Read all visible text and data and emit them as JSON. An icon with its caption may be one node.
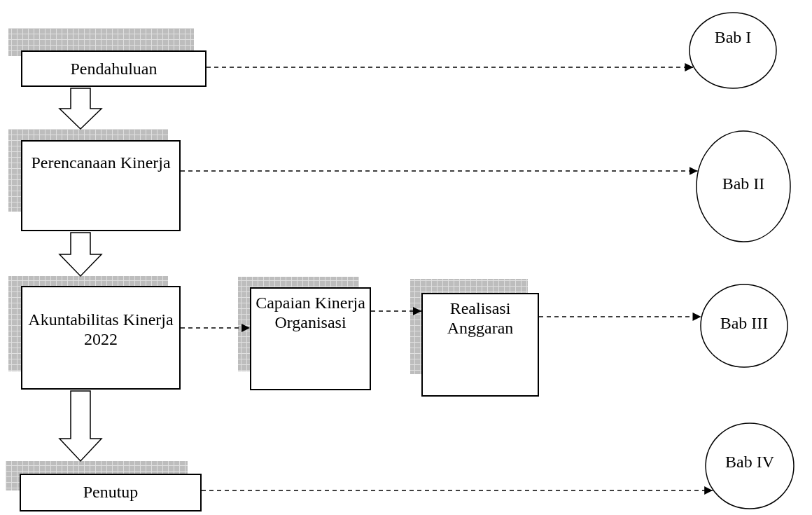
{
  "diagram": {
    "nodes": [
      {
        "text": [
          "Pendahuluan"
        ]
      },
      {
        "text": [
          "Perencanaan Kinerja"
        ]
      },
      {
        "text": [
          "Akuntabilitas Kinerja 2022"
        ]
      },
      {
        "text": [
          "Capaian Kinerja Organisasi"
        ]
      },
      {
        "text": [
          "Realisasi Anggaran"
        ]
      },
      {
        "text": [
          "Penutup"
        ]
      },
      {
        "text": [
          "Bab I"
        ]
      },
      {
        "text": [
          "Bab II"
        ]
      },
      {
        "text": [
          "Bab III"
        ]
      },
      {
        "text": [
          "Bab IV"
        ]
      }
    ],
    "edges": [
      {
        "from": 0,
        "to": 6,
        "arrow": "to",
        "style": "dashed"
      },
      {
        "from": 0,
        "to": 1,
        "arrow": "to",
        "style": "thick"
      },
      {
        "from": 1,
        "to": 7,
        "arrow": "to",
        "style": "dashed"
      },
      {
        "from": 1,
        "to": 2,
        "arrow": "to",
        "style": "thick"
      },
      {
        "from": 2,
        "to": 3,
        "arrow": "to",
        "style": "dashed"
      },
      {
        "from": 3,
        "to": 4,
        "arrow": "to",
        "style": "dashed"
      },
      {
        "from": 4,
        "to": 8,
        "arrow": "to",
        "style": "dashed"
      },
      {
        "from": 2,
        "to": 5,
        "arrow": "to",
        "style": "thick"
      },
      {
        "from": 5,
        "to": 9,
        "arrow": "to",
        "style": "dashed"
      }
    ]
  }
}
